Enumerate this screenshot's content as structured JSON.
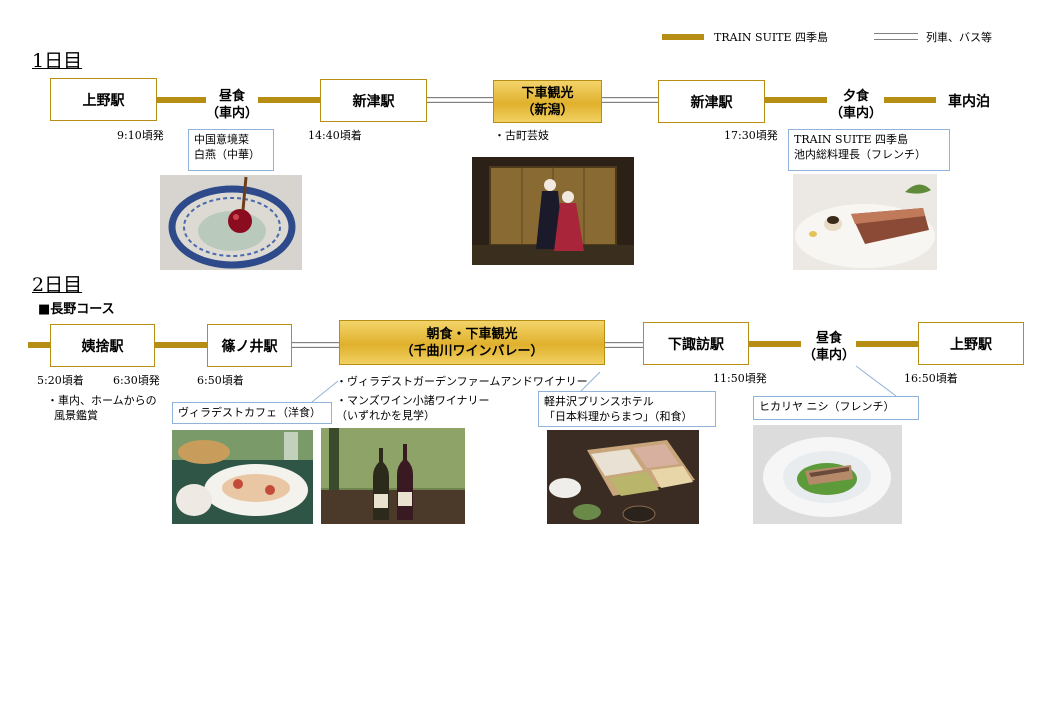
{
  "legend": {
    "train_suite": "TRAIN SUITE 四季島",
    "other": "列車、バス等"
  },
  "day1": {
    "title": "1日目",
    "stations": {
      "ueno": "上野駅",
      "niitsu1": "新津駅",
      "niitsu2": "新津駅",
      "shanaihaku": "車内泊"
    },
    "sightseeing": {
      "line1": "下車観光",
      "line2": "（新潟）"
    },
    "lunch": {
      "line1": "昼食",
      "line2": "（車内）"
    },
    "dinner": {
      "line1": "夕食",
      "line2": "（車内）"
    },
    "times": {
      "depart_ueno": "9:10頃発",
      "arrive_niitsu": "14:40頃着",
      "depart_niitsu": "17:30頃発"
    },
    "notes": {
      "geigi": "・古町芸妓"
    },
    "callouts": {
      "lunch_l1": "中国意境菜",
      "lunch_l2": "白燕（中華）",
      "dinner_l1": "TRAIN SUITE 四季島",
      "dinner_l2": "池内総料理長（フレンチ）"
    }
  },
  "day2": {
    "title": "2日目",
    "course": "■長野コース",
    "stations": {
      "obasute": "姨捨駅",
      "shinonoi": "篠ノ井駅",
      "shimosuwa": "下諏訪駅",
      "ueno": "上野駅"
    },
    "sightseeing": {
      "line1": "朝食・下車観光",
      "line2": "（千曲川ワインバレー）"
    },
    "lunch": {
      "line1": "昼食",
      "line2": "（車内）"
    },
    "times": {
      "arrive_obasute": "5:20頃着",
      "depart_obasute": "6:30頃発",
      "arrive_shinonoi": "6:50頃着",
      "depart_shimosuwa": "11:50頃発",
      "arrive_ueno": "16:50頃着"
    },
    "notes": {
      "view_l1": "・車内、ホームからの",
      "view_l2": "風景鑑賞",
      "winery1": "・ヴィラデストガーデンファームアンドワイナリー",
      "winery2_l1": "・マンズワイン小諸ワイナリー",
      "winery2_l2": "（いずれかを見学）"
    },
    "callouts": {
      "cafe": "ヴィラデストカフェ（洋食）",
      "hotel_l1": "軽井沢プリンスホテル",
      "hotel_l2": "「日本料理からまつ」（和食）",
      "hikariya": "ヒカリヤ ニシ（フレンチ）"
    }
  },
  "colors": {
    "gold": "#b58e13",
    "highlight": "#e8bf3c",
    "callout_border": "#8fb3d9"
  },
  "photos": [
    "cherry-dish",
    "geisha",
    "french-dish",
    "cafe-dish",
    "wine-bottles",
    "bento-box",
    "hikariya-dish"
  ]
}
